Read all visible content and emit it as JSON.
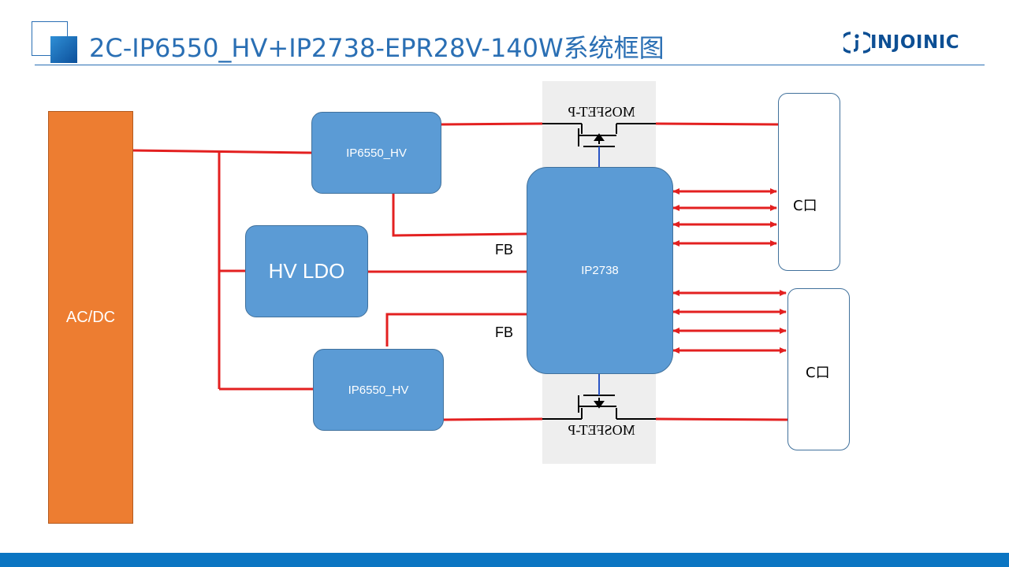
{
  "slide": {
    "title": "2C-IP6550_HV+IP2738-EPR28V-140W系统框图",
    "logo_text": "INJOINIC"
  },
  "blocks": {
    "acdc": "AC/DC",
    "ip6550_top": "IP6550_HV",
    "hv_ldo": "HV LDO",
    "ip6550_bottom": "IP6550_HV",
    "ip2738": "IP2738",
    "fb_top": "FB",
    "fb_bottom": "FB",
    "mosfet_top": "MOSFET-P",
    "mosfet_bottom": "MOSFET-P",
    "port_top": "C口",
    "port_bottom": "C口"
  },
  "colors": {
    "title": "#2a6fb4",
    "acdc_fill": "#ed7d31",
    "block_fill": "#5b9bd5",
    "wire": "#e32020",
    "bottom_bar": "#0b75c2"
  }
}
